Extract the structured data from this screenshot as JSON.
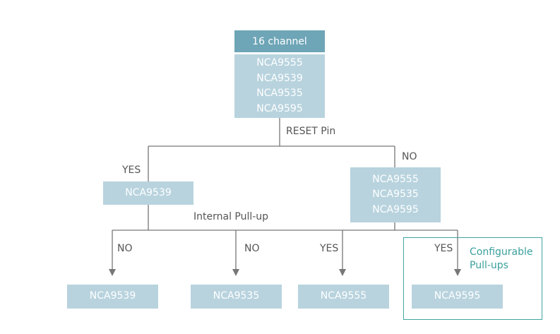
{
  "colors": {
    "box_fill": "#b8d3de",
    "header_fill": "#6ea5b7",
    "line": "#777777",
    "highlight": "#3fa5a3",
    "label_text": "#555555"
  },
  "root": {
    "title": "16 channel",
    "items": [
      "NCA9555",
      "NCA9539",
      "NCA9535",
      "NCA9595"
    ]
  },
  "decision1": {
    "label": "RESET Pin",
    "yes_label": "YES",
    "no_label": "NO"
  },
  "yes_branch": {
    "items": [
      "NCA9539"
    ]
  },
  "no_branch": {
    "items": [
      "NCA9555",
      "NCA9535",
      "NCA9595"
    ]
  },
  "decision2": {
    "label": "Internal Pull-up"
  },
  "leaves": [
    {
      "branch_label": "NO",
      "name": "NCA9539"
    },
    {
      "branch_label": "NO",
      "name": "NCA9535"
    },
    {
      "branch_label": "YES",
      "name": "NCA9555"
    },
    {
      "branch_label": "YES",
      "name": "NCA9595"
    }
  ],
  "highlight": {
    "line1": "Configurable",
    "line2": "Pull-ups"
  }
}
